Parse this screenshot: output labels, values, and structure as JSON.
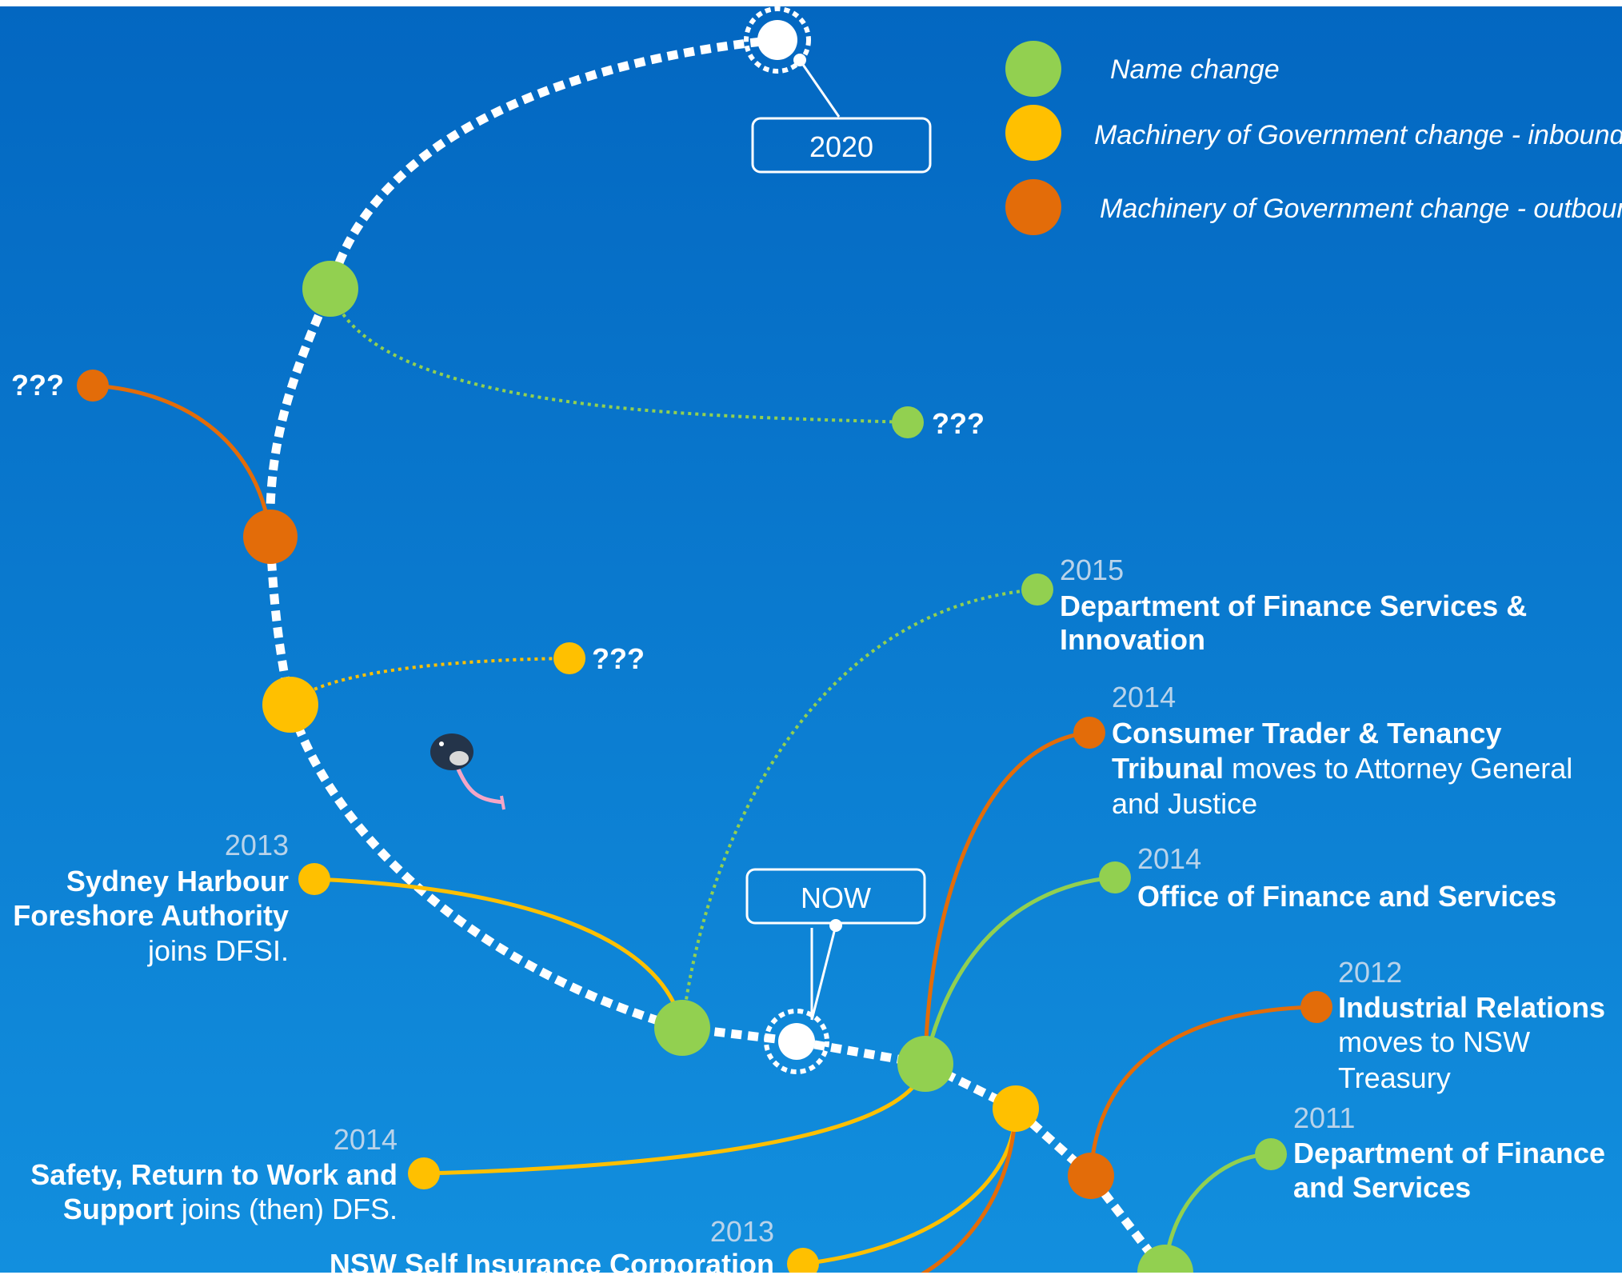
{
  "legend": [
    {
      "label": "Name change",
      "color": "#92d050"
    },
    {
      "label": "Machinery of Government change - inbound",
      "color": "#ffc000"
    },
    {
      "label": "Machinery of Government change - outbound",
      "color": "#e36c09"
    }
  ],
  "markers": {
    "future": "2020",
    "now": "NOW"
  },
  "unknown_label": "???",
  "events": {
    "dfsi": {
      "year": "2015",
      "line1": "Department of Finance Services &",
      "line2": "Innovation"
    },
    "ctt": {
      "year": "2014",
      "bold1": "Consumer Trader & Tenancy",
      "bold2": "Tribunal",
      "rest2": " moves to Attorney General",
      "line3": "and Justice"
    },
    "ofs": {
      "year": "2014",
      "line1": "Office of Finance and Services"
    },
    "ir": {
      "year": "2012",
      "bold1": "Industrial Relations",
      "line2": "moves to NSW",
      "line3": "Treasury"
    },
    "dfs": {
      "year": "2011",
      "line1": "Department of Finance",
      "line2": "and Services"
    },
    "shfa": {
      "year": "2013",
      "line1": "Sydney Harbour",
      "line2": "Foreshore Authority",
      "line3": "joins  DFSI."
    },
    "srws": {
      "year": "2014",
      "line1": "Safety, Return to Work and",
      "bold2": "Support",
      "rest2": " joins  (then) DFS."
    },
    "nswsic": {
      "year": "2013",
      "line1": "NSW Self Insurance Corporation"
    }
  },
  "colors": {
    "bg_top": "#0367c1",
    "bg_bottom": "#128fde",
    "name_change": "#92d050",
    "inbound": "#ffc000",
    "outbound": "#e36c09"
  }
}
